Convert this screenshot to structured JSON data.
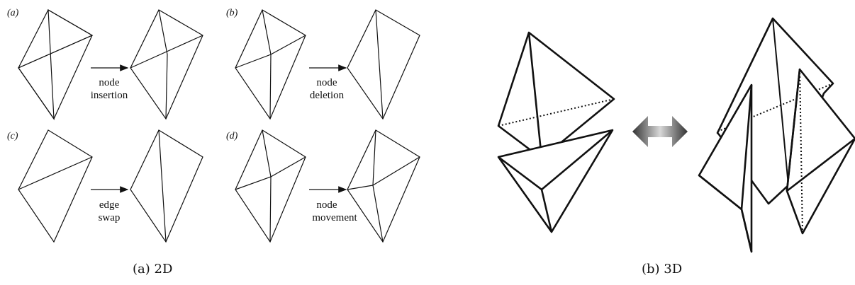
{
  "panel_a": {
    "caption": "(a)  2D",
    "operations": [
      {
        "tag": "(a)",
        "line1": "node",
        "line2": "insertion"
      },
      {
        "tag": "(b)",
        "line1": "node",
        "line2": "deletion"
      },
      {
        "tag": "(c)",
        "line1": "edge",
        "line2": "swap"
      },
      {
        "tag": "(d)",
        "line1": "node",
        "line2": "movement"
      }
    ]
  },
  "panel_b": {
    "caption": "(b)  3D"
  }
}
